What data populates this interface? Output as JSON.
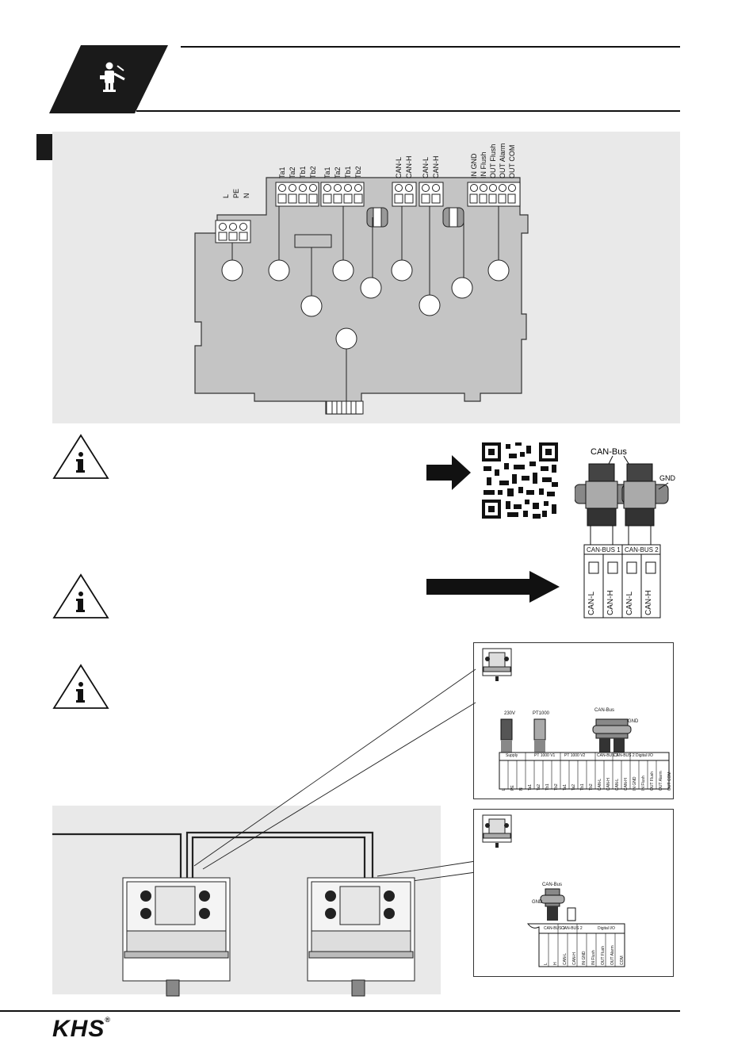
{
  "header": {
    "icon": "plumber-tool-icon"
  },
  "board": {
    "terminal_labels": {
      "power": [
        "L",
        "PE",
        "N"
      ],
      "sensor1": [
        "Ta1",
        "Ta2",
        "Tb1",
        "Tb2"
      ],
      "sensor2": [
        "Ta1",
        "Ta2",
        "Tb1",
        "Tb2"
      ],
      "can1": [
        "CAN-L",
        "CAN-H"
      ],
      "can2": [
        "CAN-L",
        "CAN-H"
      ],
      "digital": [
        "IN GND",
        "IN Flush",
        "OUT Flush",
        "OUT Alarm",
        "OUT COM"
      ]
    }
  },
  "info_icons": [
    "info-warning-icon",
    "info-warning-icon",
    "info-warning-icon"
  ],
  "can_detail": {
    "title": "CAN-Bus",
    "gnd": "GND",
    "bus_labels": [
      "CAN-BUS 1",
      "CAN-BUS 2"
    ],
    "pin_labels": [
      "CAN-L",
      "CAN-H",
      "CAN-L",
      "CAN-H"
    ]
  },
  "inset1": {
    "cable_labels": [
      "230V",
      "PT1000",
      "CAN-Bus",
      "GND"
    ],
    "group_labels": [
      "Supply",
      "PT 1000 V1",
      "PT 1000 V2",
      "CAN-BUS 1",
      "CAN-BUS 2",
      "Digital I/O"
    ],
    "pins": [
      "L",
      "PE",
      "N",
      "Ta1",
      "Ta2",
      "Tb1",
      "Tb2",
      "Ta1",
      "Ta2",
      "Tb1",
      "Tb2",
      "CAN-L",
      "CAN-H",
      "CAN-L",
      "CAN-H",
      "IN GND",
      "IN Flush",
      "OUT Flush",
      "OUT Alarm",
      "OUT COM"
    ]
  },
  "inset2": {
    "cable_labels": [
      "CAN-Bus",
      "GND"
    ],
    "group_labels": [
      "CAN-BUS 1",
      "CAN-BUS 2",
      "Digital I/O"
    ],
    "pins": [
      "L",
      "H",
      "CAN-L",
      "CAN-H",
      "IN GND",
      "IN Flush",
      "OUT Flush",
      "OUT Alarm",
      "COM"
    ]
  },
  "footer": {
    "logo": "KHS",
    "reg": "®"
  }
}
